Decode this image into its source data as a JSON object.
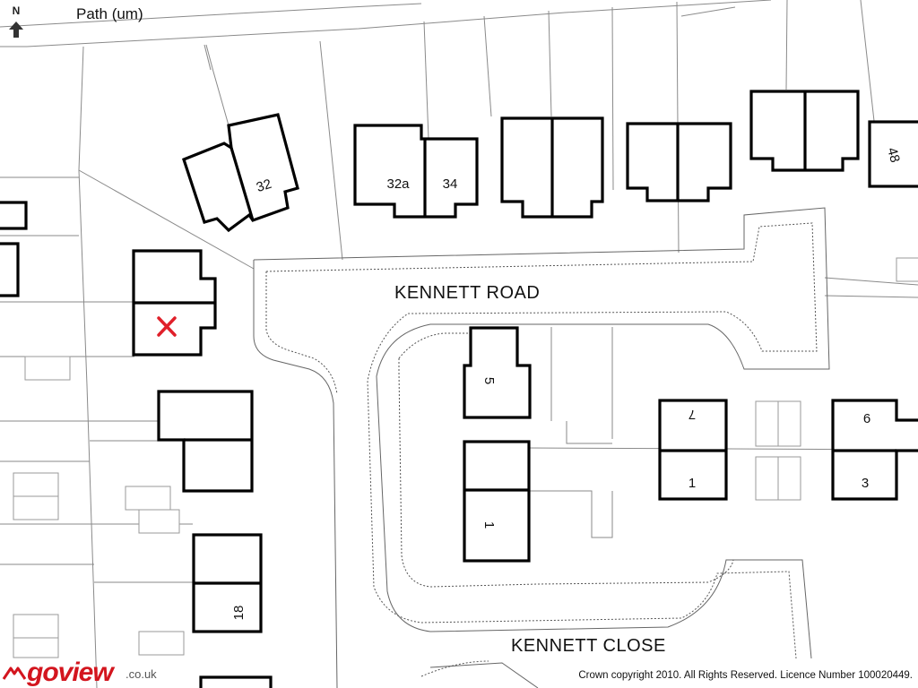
{
  "map": {
    "north_label": "N",
    "path_label": "Path (um)",
    "roads": [
      "KENNETT ROAD",
      "KENNETT CLOSE"
    ],
    "house_numbers": [
      "32",
      "32a",
      "34",
      "48",
      "5",
      "1",
      "7",
      "1",
      "6",
      "3",
      "18"
    ],
    "marker_color": "#e0202a",
    "building_outline_color": "#000000"
  },
  "footer": {
    "brand": "goview",
    "brand_tld": ".co.uk",
    "copyright": "Crown copyright 2010. All Rights Reserved. Licence Number 100020449."
  }
}
